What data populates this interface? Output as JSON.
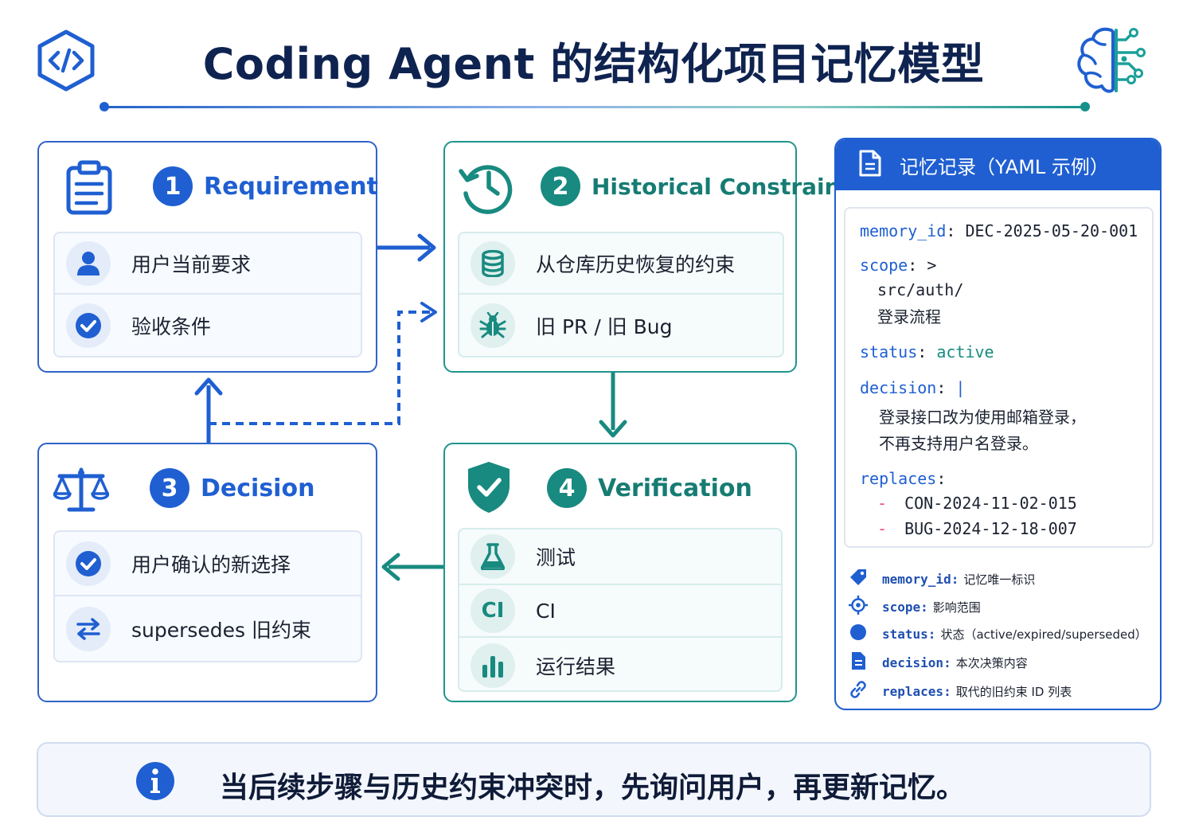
{
  "header": {
    "title": "Coding Agent 的结构化项目记忆模型",
    "code_icon": "code-hexagon-icon",
    "brain_icon": "brain-circuit-icon"
  },
  "colors": {
    "blue": "#1f5fd1",
    "teal": "#188a80",
    "navy": "#0f2350"
  },
  "requirement": {
    "number": "1",
    "label": "Requirement",
    "icon": "clipboard-icon",
    "rows": [
      {
        "icon": "user-icon",
        "text": "用户当前要求"
      },
      {
        "icon": "check-circle-icon",
        "text": "验收条件"
      }
    ]
  },
  "historical": {
    "number": "2",
    "label": "Historical Constraint",
    "icon": "history-clock-icon",
    "rows": [
      {
        "icon": "database-icon",
        "text": "从仓库历史恢复的约束"
      },
      {
        "icon": "bug-icon",
        "text": "旧 PR / 旧 Bug"
      }
    ]
  },
  "decision": {
    "number": "3",
    "label": "Decision",
    "icon": "scale-icon",
    "rows": [
      {
        "icon": "check-circle-icon",
        "text": "用户确认的新选择"
      },
      {
        "icon": "swap-arrows-icon",
        "text": "supersedes 旧约束"
      }
    ]
  },
  "verification": {
    "number": "4",
    "label": "Verification",
    "icon": "shield-check-icon",
    "rows": [
      {
        "icon": "flask-icon",
        "text": "测试"
      },
      {
        "icon": "ci-icon",
        "icon_text": "CI",
        "text": "CI"
      },
      {
        "icon": "bar-chart-icon",
        "text": "运行结果"
      }
    ]
  },
  "yaml": {
    "header": "记忆记录（YAML 示例）",
    "memory_id_key": "memory_id",
    "memory_id_value": "DEC-2025-05-20-001",
    "scope_key": "scope",
    "scope_marker": ">",
    "scope_line1": "src/auth/",
    "scope_line2": "登录流程",
    "status_key": "status",
    "status_value": "active",
    "decision_key": "decision",
    "decision_marker": "|",
    "decision_line1": "登录接口改为使用邮箱登录，",
    "decision_line2": "不再支持用户名登录。",
    "replaces_key": "replaces",
    "replaces_items": [
      "CON-2024-11-02-015",
      "BUG-2024-12-18-007"
    ],
    "colon": ":",
    "dash": "-"
  },
  "legend": [
    {
      "icon": "tag-icon",
      "key": "memory_id:",
      "desc": "记忆唯一标识"
    },
    {
      "icon": "target-icon",
      "key": "scope:",
      "desc": "影响范围"
    },
    {
      "icon": "status-dot-icon",
      "key": "status:",
      "desc": "状态（active/expired/superseded）"
    },
    {
      "icon": "document-icon",
      "key": "decision:",
      "desc": "本次决策内容"
    },
    {
      "icon": "link-icon",
      "key": "replaces:",
      "desc": "取代的旧约束 ID 列表"
    }
  ],
  "footer": {
    "icon": "info-icon",
    "text": "当后续步骤与历史约束冲突时，先询问用户，再更新记忆。"
  }
}
